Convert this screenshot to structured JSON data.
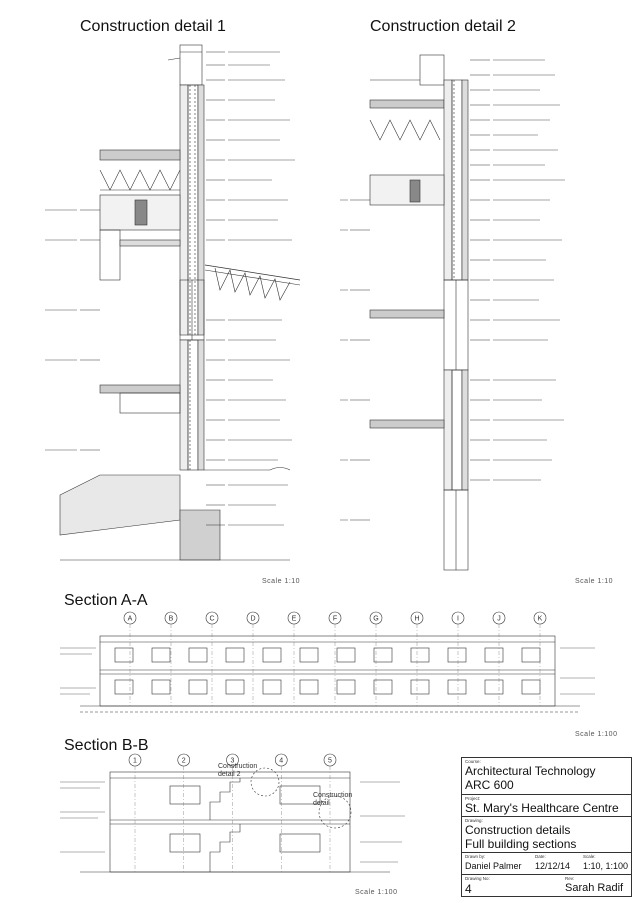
{
  "headings": {
    "detail1": "Construction detail 1",
    "detail2": "Construction detail 2",
    "sectionAA": "Section A-A",
    "sectionBB": "Section B-B"
  },
  "scales": {
    "detail1": "Scale 1:10",
    "detail2": "Scale 1:10",
    "sectionAA": "Scale 1:100",
    "sectionBB": "Scale 1:100"
  },
  "gridlines_aa": [
    "A",
    "B",
    "C",
    "D",
    "E",
    "F",
    "G",
    "H",
    "I",
    "J",
    "K"
  ],
  "gridlines_bb": [
    "1",
    "2",
    "3",
    "4",
    "5"
  ],
  "callouts": {
    "detail2_in_bb": "Construction detail 2",
    "detail_in_bb": "Construction detail"
  },
  "title_block": {
    "course_label": "Course:",
    "course_line1": "Architectural Technology",
    "course_line2": "ARC 600",
    "project_label": "Project:",
    "project": "St. Mary's Healthcare Centre",
    "drawing_label": "Drawing:",
    "drawing_line1": "Construction details",
    "drawing_line2": "Full building sections",
    "drawn_by_label": "Drawn by:",
    "drawn_by": "Daniel Palmer",
    "date_label": "Date:",
    "date": "12/12/14",
    "scale_label": "Scale:",
    "scale": "1:10, 1:100",
    "drawing_no_label": "Drawing No:",
    "drawing_no": "4",
    "rev_label": "Rev:",
    "rev": "Sarah Radif"
  }
}
